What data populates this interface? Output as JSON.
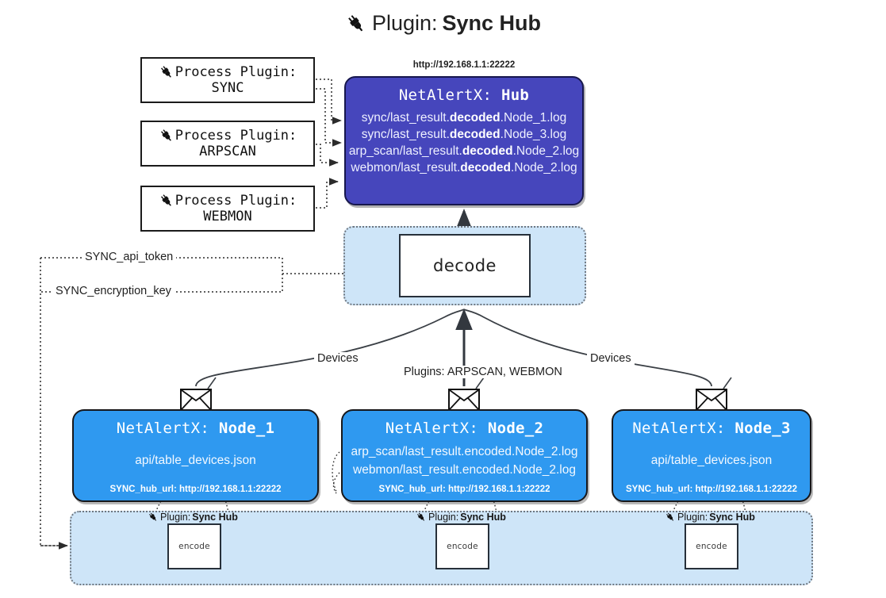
{
  "title": {
    "icon": "plug-icon",
    "prefix": "Plugin:",
    "name": "Sync Hub"
  },
  "process_plugins": [
    {
      "icon": "plug-icon",
      "line1": "Process Plugin:",
      "line2": "SYNC"
    },
    {
      "icon": "plug-icon",
      "line1": "Process Plugin:",
      "line2": "ARPSCAN"
    },
    {
      "icon": "plug-icon",
      "line1": "Process Plugin:",
      "line2": "WEBMON"
    }
  ],
  "hub": {
    "url": "http://192.168.1.1:22222",
    "title_prefix": "NetAlertX: ",
    "title_name": "Hub",
    "rows": [
      {
        "pre": "sync/last_result.",
        "em": "decoded",
        "post": ".Node_1.log"
      },
      {
        "pre": "sync/last_result.",
        "em": "decoded",
        "post": ".Node_3.log"
      },
      {
        "pre": "arp_scan/last_result.",
        "em": "decoded",
        "post": ".Node_2.log"
      },
      {
        "pre": "webmon/last_result.",
        "em": "decoded",
        "post": ".Node_2.log"
      }
    ]
  },
  "decode": {
    "label": "decode"
  },
  "secrets": [
    {
      "label": "SYNC_api_token"
    },
    {
      "label": "SYNC_encryption_key"
    }
  ],
  "edge_labels": {
    "devices_left": "Devices",
    "devices_right": "Devices",
    "plugins_center": "Plugins: ARPSCAN, WEBMON"
  },
  "nodes": [
    {
      "title_prefix": "NetAlertX: ",
      "title_name": "Node_1",
      "lines": [
        "api/table_devices.json"
      ],
      "footer": "SYNC_hub_url: http://192.168.1.1:22222",
      "envelope_icon": "envelope-icon"
    },
    {
      "title_prefix": "NetAlertX: ",
      "title_name": "Node_2",
      "lines": [
        "arp_scan/last_result.encoded.Node_2.log",
        "webmon/last_result.encoded.Node_2.log"
      ],
      "footer": "SYNC_hub_url: http://192.168.1.1:22222",
      "envelope_icon": "envelope-icon"
    },
    {
      "title_prefix": "NetAlertX: ",
      "title_name": "Node_3",
      "lines": [
        "api/table_devices.json"
      ],
      "footer": "SYNC_hub_url: http://192.168.1.1:22222",
      "envelope_icon": "envelope-icon"
    }
  ],
  "encoders": [
    {
      "icon": "plug-icon",
      "cap_prefix": "Plugin:",
      "cap_name": "Sync Hub",
      "box_label": "encode"
    },
    {
      "icon": "plug-icon",
      "cap_prefix": "Plugin:",
      "cap_name": "Sync Hub",
      "box_label": "encode"
    },
    {
      "icon": "plug-icon",
      "cap_prefix": "Plugin:",
      "cap_name": "Sync Hub",
      "box_label": "encode"
    }
  ],
  "colors": {
    "hub_fill": "#4646bc",
    "node_fill": "#2f99f0",
    "container_fill": "#cee5f8",
    "stroke": "#17171a",
    "background": "#ffffff"
  }
}
